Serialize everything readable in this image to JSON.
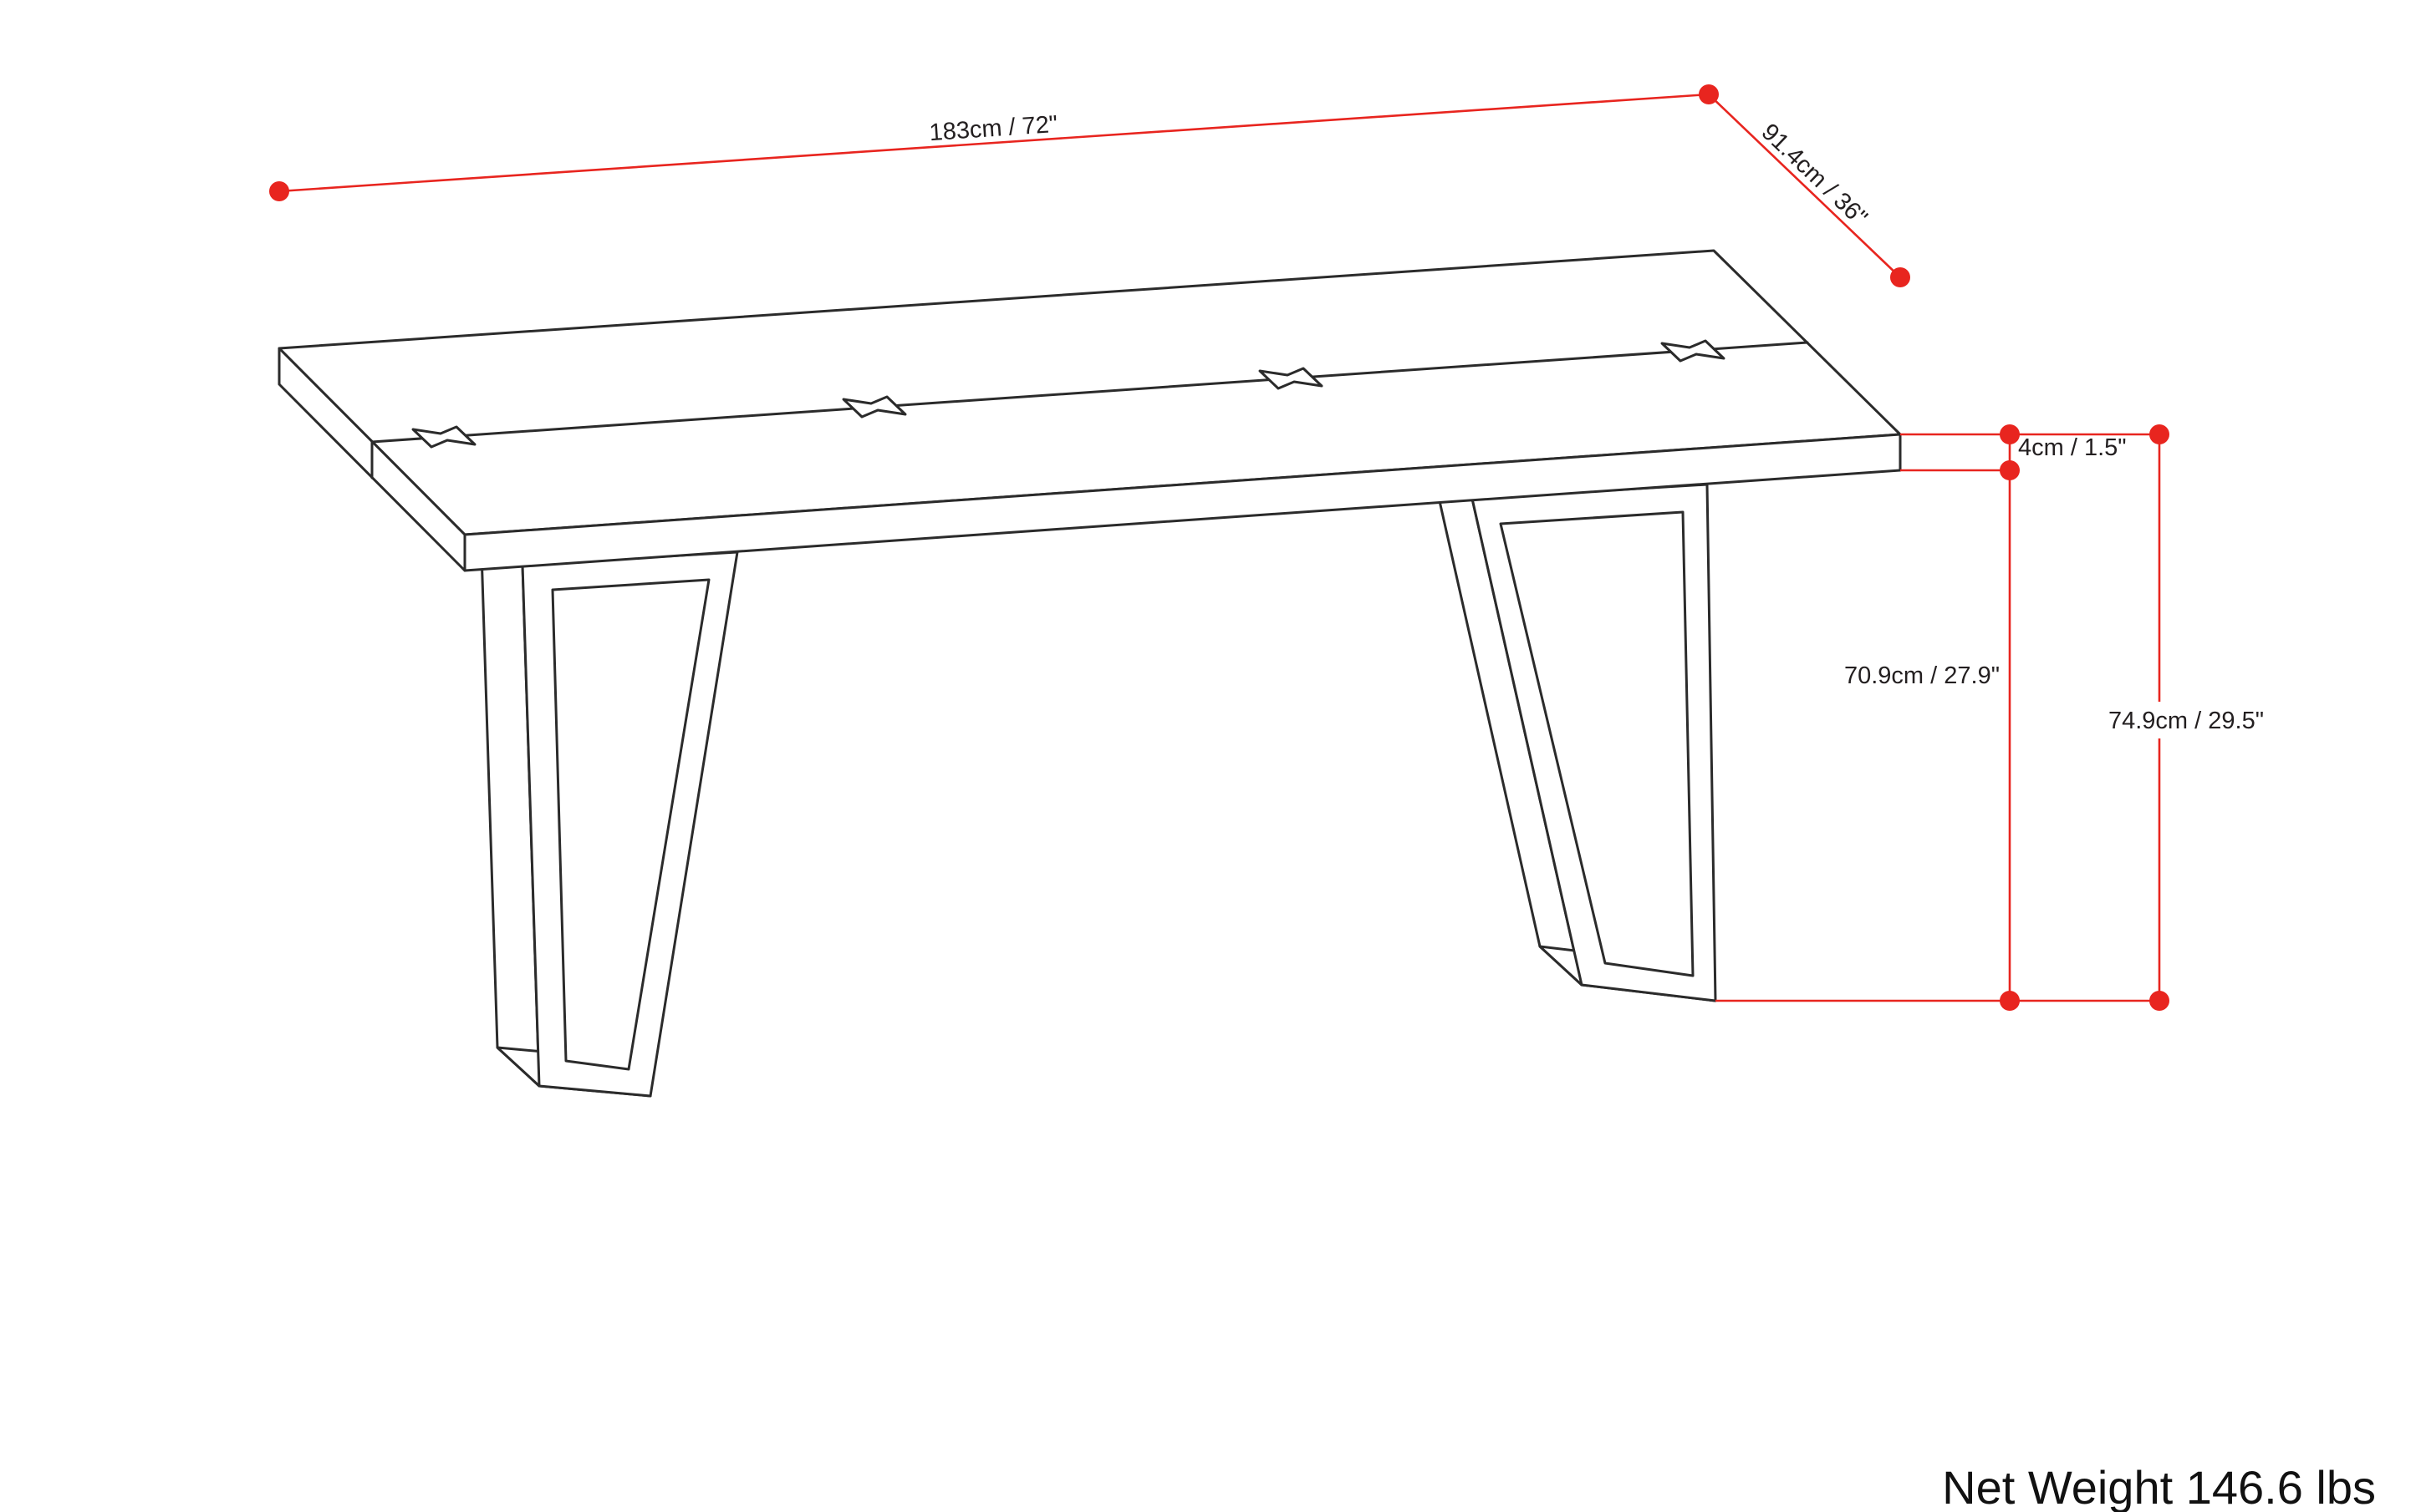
{
  "diagram_type": "furniture-dimension-drawing",
  "object": "dining-table-line-drawing",
  "colors": {
    "red": "#e8251f",
    "black": "#2b2b2b"
  },
  "labels": {
    "length": "183cm / 72\"",
    "depth": "91.4cm / 36\"",
    "thickness": "4cm / 1.5\"",
    "leg_height": "70.9cm / 27.9\"",
    "overall_height": "74.9cm / 29.5\"",
    "net_weight": "Net Weight 146.6 lbs"
  }
}
